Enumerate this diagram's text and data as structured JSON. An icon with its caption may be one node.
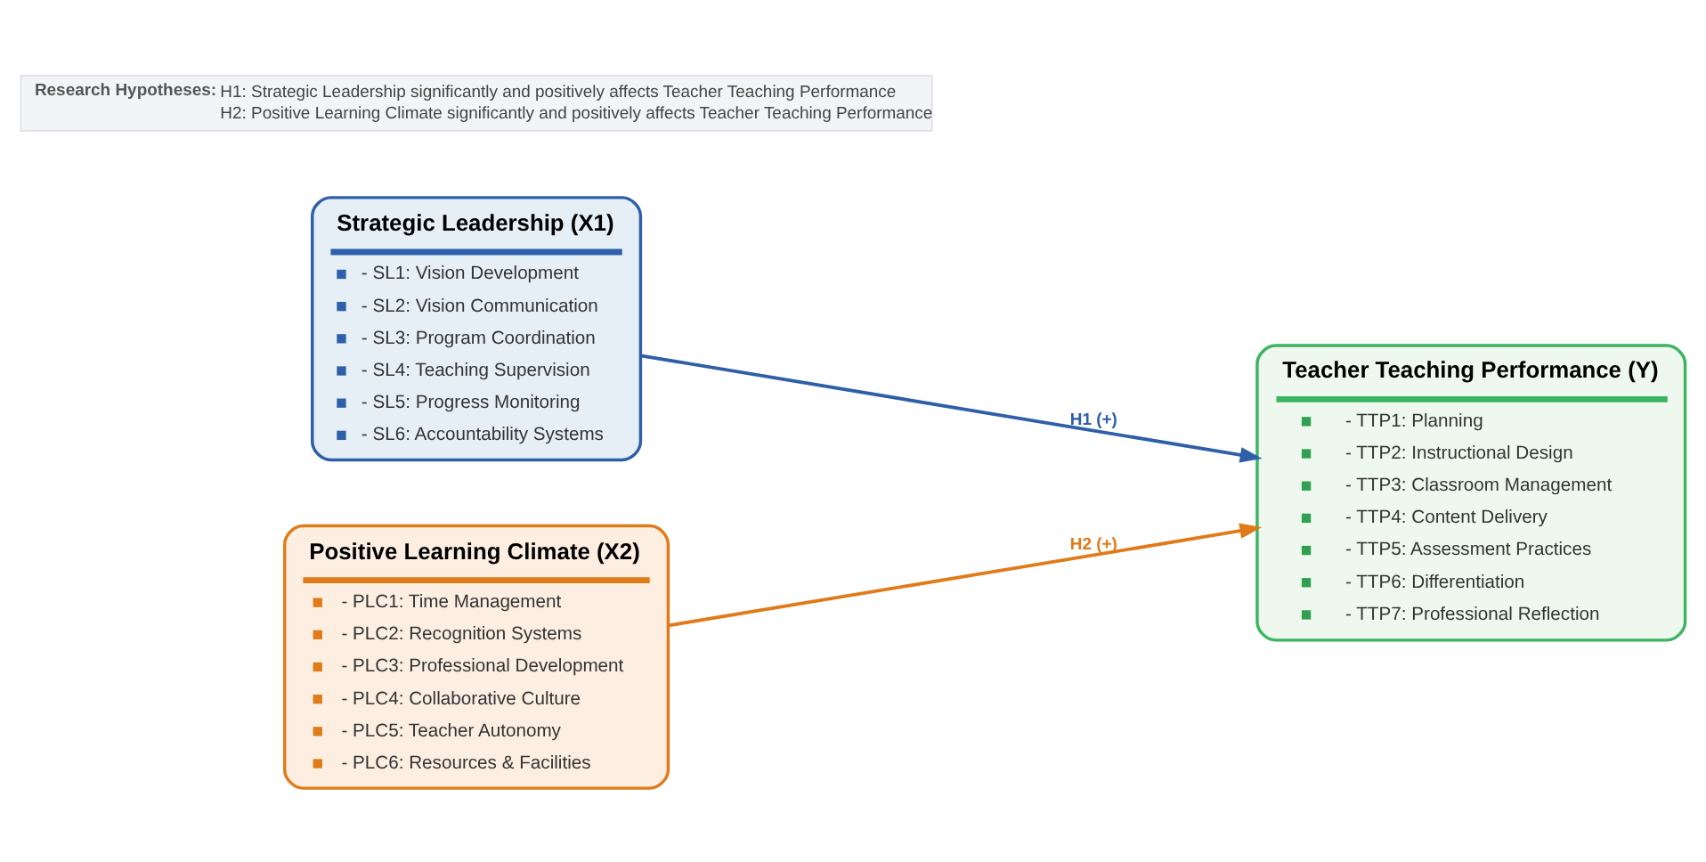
{
  "diagram": {
    "nodes": [
      {
        "text": [
          "Strategic Leadership (X1)",
          "- SL1: Vision Development",
          "- SL2: Vision Communication",
          "- SL3: Program Coordination",
          "- SL4: Teaching Supervision",
          "- SL5: Progress Monitoring",
          "- SL6: Accountability Systems"
        ]
      },
      {
        "text": [
          "Positive Learning Climate (X2)",
          "- PLC1: Time Management",
          "- PLC2: Recognition Systems",
          "- PLC3: Professional Development",
          "- PLC4: Collaborative Culture",
          "- PLC5: Teacher Autonomy",
          "- PLC6: Resources & Facilities"
        ]
      },
      {
        "text": [
          "Teacher Teaching Performance (Y)",
          "- TTP1: Planning",
          "- TTP2: Instructional Design",
          "- TTP3: Classroom Management",
          "- TTP4: Content Delivery",
          "- TTP5: Assessment Practices",
          "- TTP6: Differentiation",
          "- TTP7: Professional Reflection"
        ]
      },
      {
        "text": [
          "Research Hypotheses:",
          "H1: Strategic Leadership significantly and positively affects Teacher Teaching Performance",
          "H2: Positive Learning Climate significantly and positively affects Teacher Teaching Performance"
        ]
      }
    ],
    "edges": [
      {
        "from": 0,
        "to": 2,
        "arrow": "to",
        "label": "H1 (+)",
        "color": "#2e5fa8"
      },
      {
        "from": 1,
        "to": 2,
        "arrow": "to",
        "label": "H2 (+)",
        "color": "#e07b1a"
      }
    ]
  }
}
